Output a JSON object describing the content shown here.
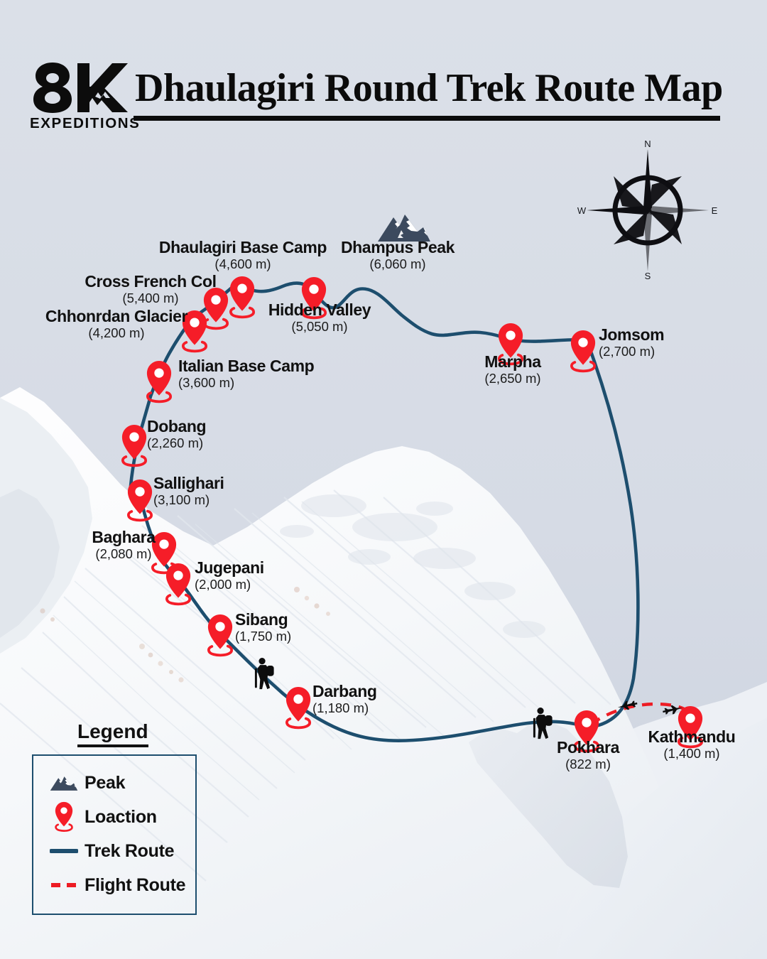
{
  "header": {
    "logo_main": "8K",
    "logo_word": "EXPEDITIONS",
    "title": "Dhaulagiri Round Trek Route Map"
  },
  "compass": {
    "north": "N",
    "east": "E",
    "south": "S",
    "west": "W"
  },
  "colors": {
    "sky": "#d8dde6",
    "trek_route": "#1d4e6e",
    "flight_route": "#ed1c24",
    "pin": "#f51d28",
    "peak_icon": "#3c4a5e",
    "text": "#111111"
  },
  "peaks": [
    {
      "name": "Dhampus Peak",
      "altitude": "(6,060 m)"
    }
  ],
  "locations": [
    {
      "name": "Dhaulagiri Base Camp",
      "altitude": "(4,600 m)"
    },
    {
      "name": "Cross French Col",
      "altitude": "(5,400 m)"
    },
    {
      "name": "Chhonrdan Glacier",
      "altitude": "(4,200 m)"
    },
    {
      "name": "Hidden Valley",
      "altitude": "(5,050 m)"
    },
    {
      "name": "Marpha",
      "altitude": "(2,650 m)"
    },
    {
      "name": "Jomsom",
      "altitude": "(2,700 m)"
    },
    {
      "name": "Italian Base Camp",
      "altitude": "(3,600 m)"
    },
    {
      "name": "Dobang",
      "altitude": "(2,260 m)"
    },
    {
      "name": "Sallighari",
      "altitude": "(3,100 m)"
    },
    {
      "name": "Baghara",
      "altitude": "(2,080 m)"
    },
    {
      "name": "Jugepani",
      "altitude": "(2,000 m)"
    },
    {
      "name": "Sibang",
      "altitude": "(1,750 m)"
    },
    {
      "name": "Darbang",
      "altitude": "(1,180 m)"
    },
    {
      "name": "Pokhara",
      "altitude": "(822 m)"
    },
    {
      "name": "Kathmandu",
      "altitude": "(1,400 m)"
    }
  ],
  "legend": {
    "title": "Legend",
    "items": [
      {
        "icon": "peak-icon",
        "label": "Peak"
      },
      {
        "icon": "location-pin-icon",
        "label": "Loaction"
      },
      {
        "icon": "trek-route-icon",
        "label": "Trek Route"
      },
      {
        "icon": "flight-route-icon",
        "label": "Flight Route"
      }
    ]
  }
}
